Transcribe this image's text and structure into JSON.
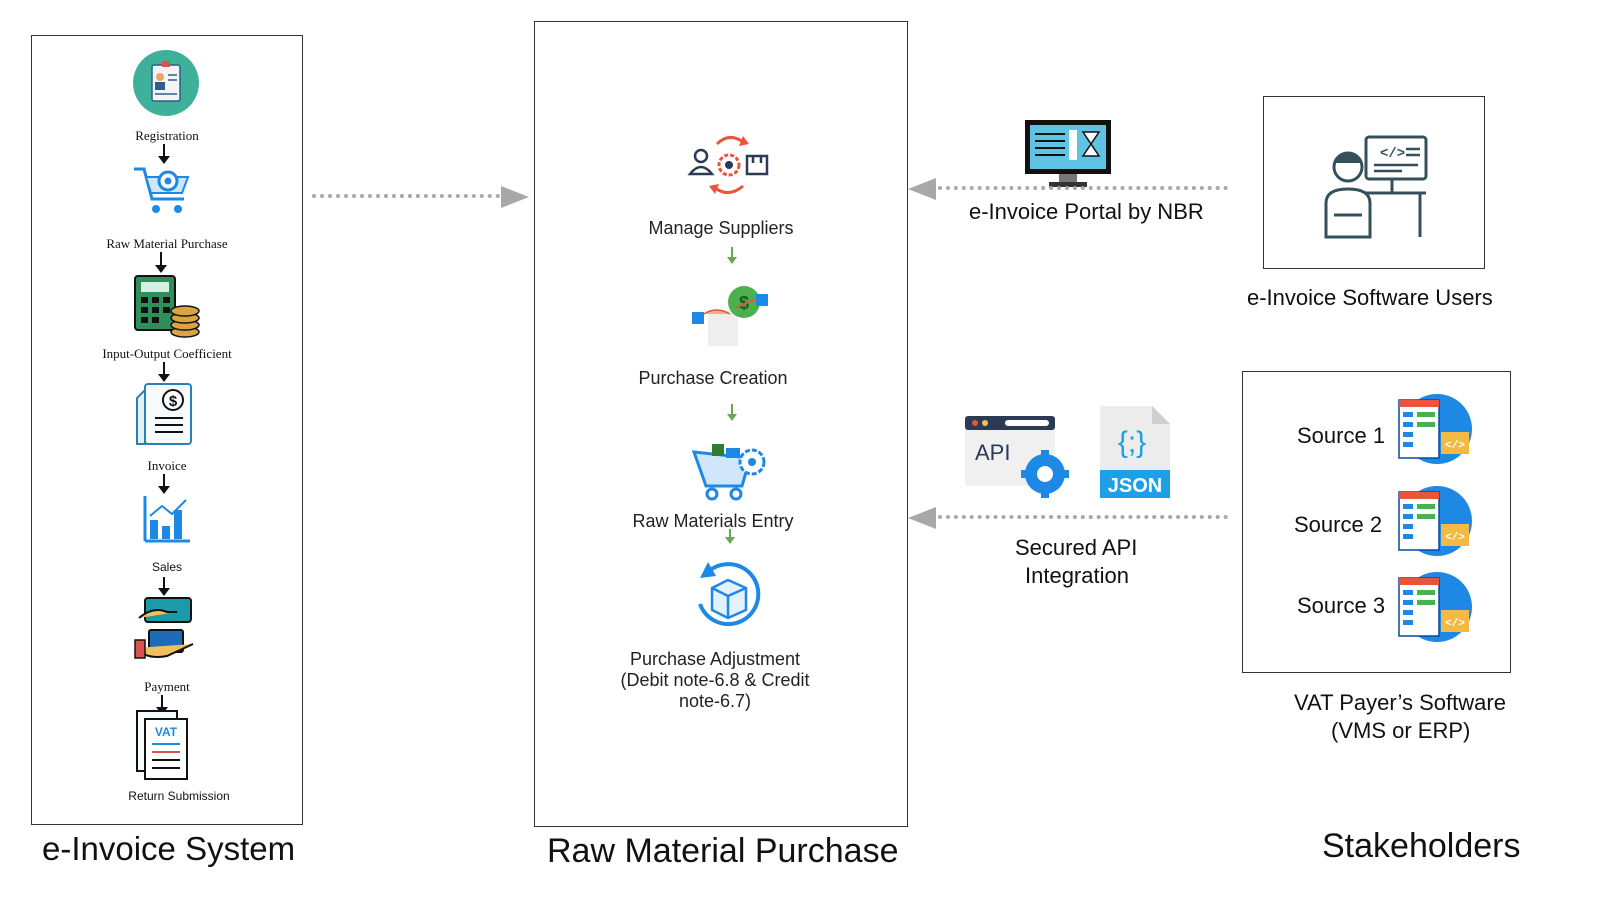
{
  "system": {
    "caption": "e-Invoice System",
    "steps": [
      {
        "label": "Registration",
        "icon": "registration-badge-icon"
      },
      {
        "label": "Raw Material Purchase",
        "icon": "shopping-cart-gear-icon"
      },
      {
        "label": "Input-Output Coefficient",
        "icon": "calculator-coins-icon"
      },
      {
        "label": "Invoice",
        "icon": "invoice-receipt-icon"
      },
      {
        "label": "Sales",
        "icon": "bar-chart-icon"
      },
      {
        "label": "Payment",
        "icon": "payment-hands-icon"
      },
      {
        "label": "Return Submission",
        "icon": "vat-document-icon"
      }
    ]
  },
  "purchase": {
    "caption": "Raw Material Purchase",
    "steps": [
      {
        "label": "Manage Suppliers",
        "icon": "supplier-cycle-icon"
      },
      {
        "label": "Purchase Creation",
        "icon": "handshake-money-icon"
      },
      {
        "label": "Raw Materials Entry",
        "icon": "cart-gear-icon"
      },
      {
        "label": "Purchase Adjustment",
        "label2": "(Debit note-6.8 & Credit",
        "label3": "note-6.7)",
        "icon": "box-return-icon"
      }
    ]
  },
  "stakeholders": {
    "caption": "Stakeholders",
    "portal_label": "e-Invoice Portal by NBR",
    "users_label": "e-Invoice Software Users",
    "api_label_1": "Secured API",
    "api_label_2": "Integration",
    "api_badge": "API",
    "json_badge": "JSON",
    "json_braces": "{;}",
    "sources": [
      "Source 1",
      "Source 2",
      "Source 3"
    ],
    "vat_label_1": "VAT Payer’s Software",
    "vat_label_2": "(VMS or ERP)",
    "vat_badge": "VAT"
  }
}
